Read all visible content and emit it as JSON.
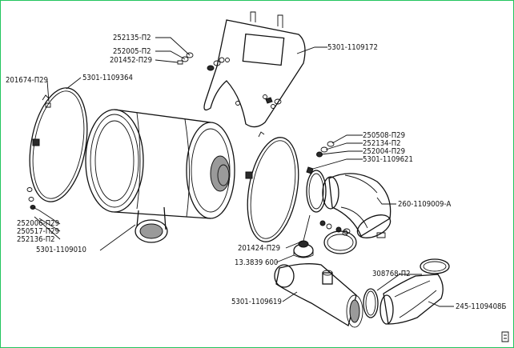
{
  "labels": [
    {
      "id": "cover-gasket-bolt",
      "text": "252135-П2"
    },
    {
      "id": "washer-1",
      "text": "252005-П2"
    },
    {
      "id": "bolt-1",
      "text": "201452-П29"
    },
    {
      "id": "bracket",
      "text": "5301-1109172"
    },
    {
      "id": "bolt-left",
      "text": "201674-П29"
    },
    {
      "id": "clamp-band-left",
      "text": "5301-1109364"
    },
    {
      "id": "nut-right",
      "text": "250508-П29"
    },
    {
      "id": "washer-right",
      "text": "252134-П2"
    },
    {
      "id": "washer-right-2",
      "text": "252004-П29"
    },
    {
      "id": "clamp-right",
      "text": "5301-1109621"
    },
    {
      "id": "elbow-hose",
      "text": "260-1109009-А"
    },
    {
      "id": "washer-left-1",
      "text": "252006-П29"
    },
    {
      "id": "nut-left",
      "text": "250517-П29"
    },
    {
      "id": "washer-left-2",
      "text": "252136-П2"
    },
    {
      "id": "air-cleaner",
      "text": "5301-1109010"
    },
    {
      "id": "bolt-bottom",
      "text": "201424-П29"
    },
    {
      "id": "sensor",
      "text": "13.3839 600"
    },
    {
      "id": "hose-clamp",
      "text": "308768-П2"
    },
    {
      "id": "intake-pipe",
      "text": "5301-1109619"
    },
    {
      "id": "elbow-lower",
      "text": "245-1109408Б"
    }
  ]
}
